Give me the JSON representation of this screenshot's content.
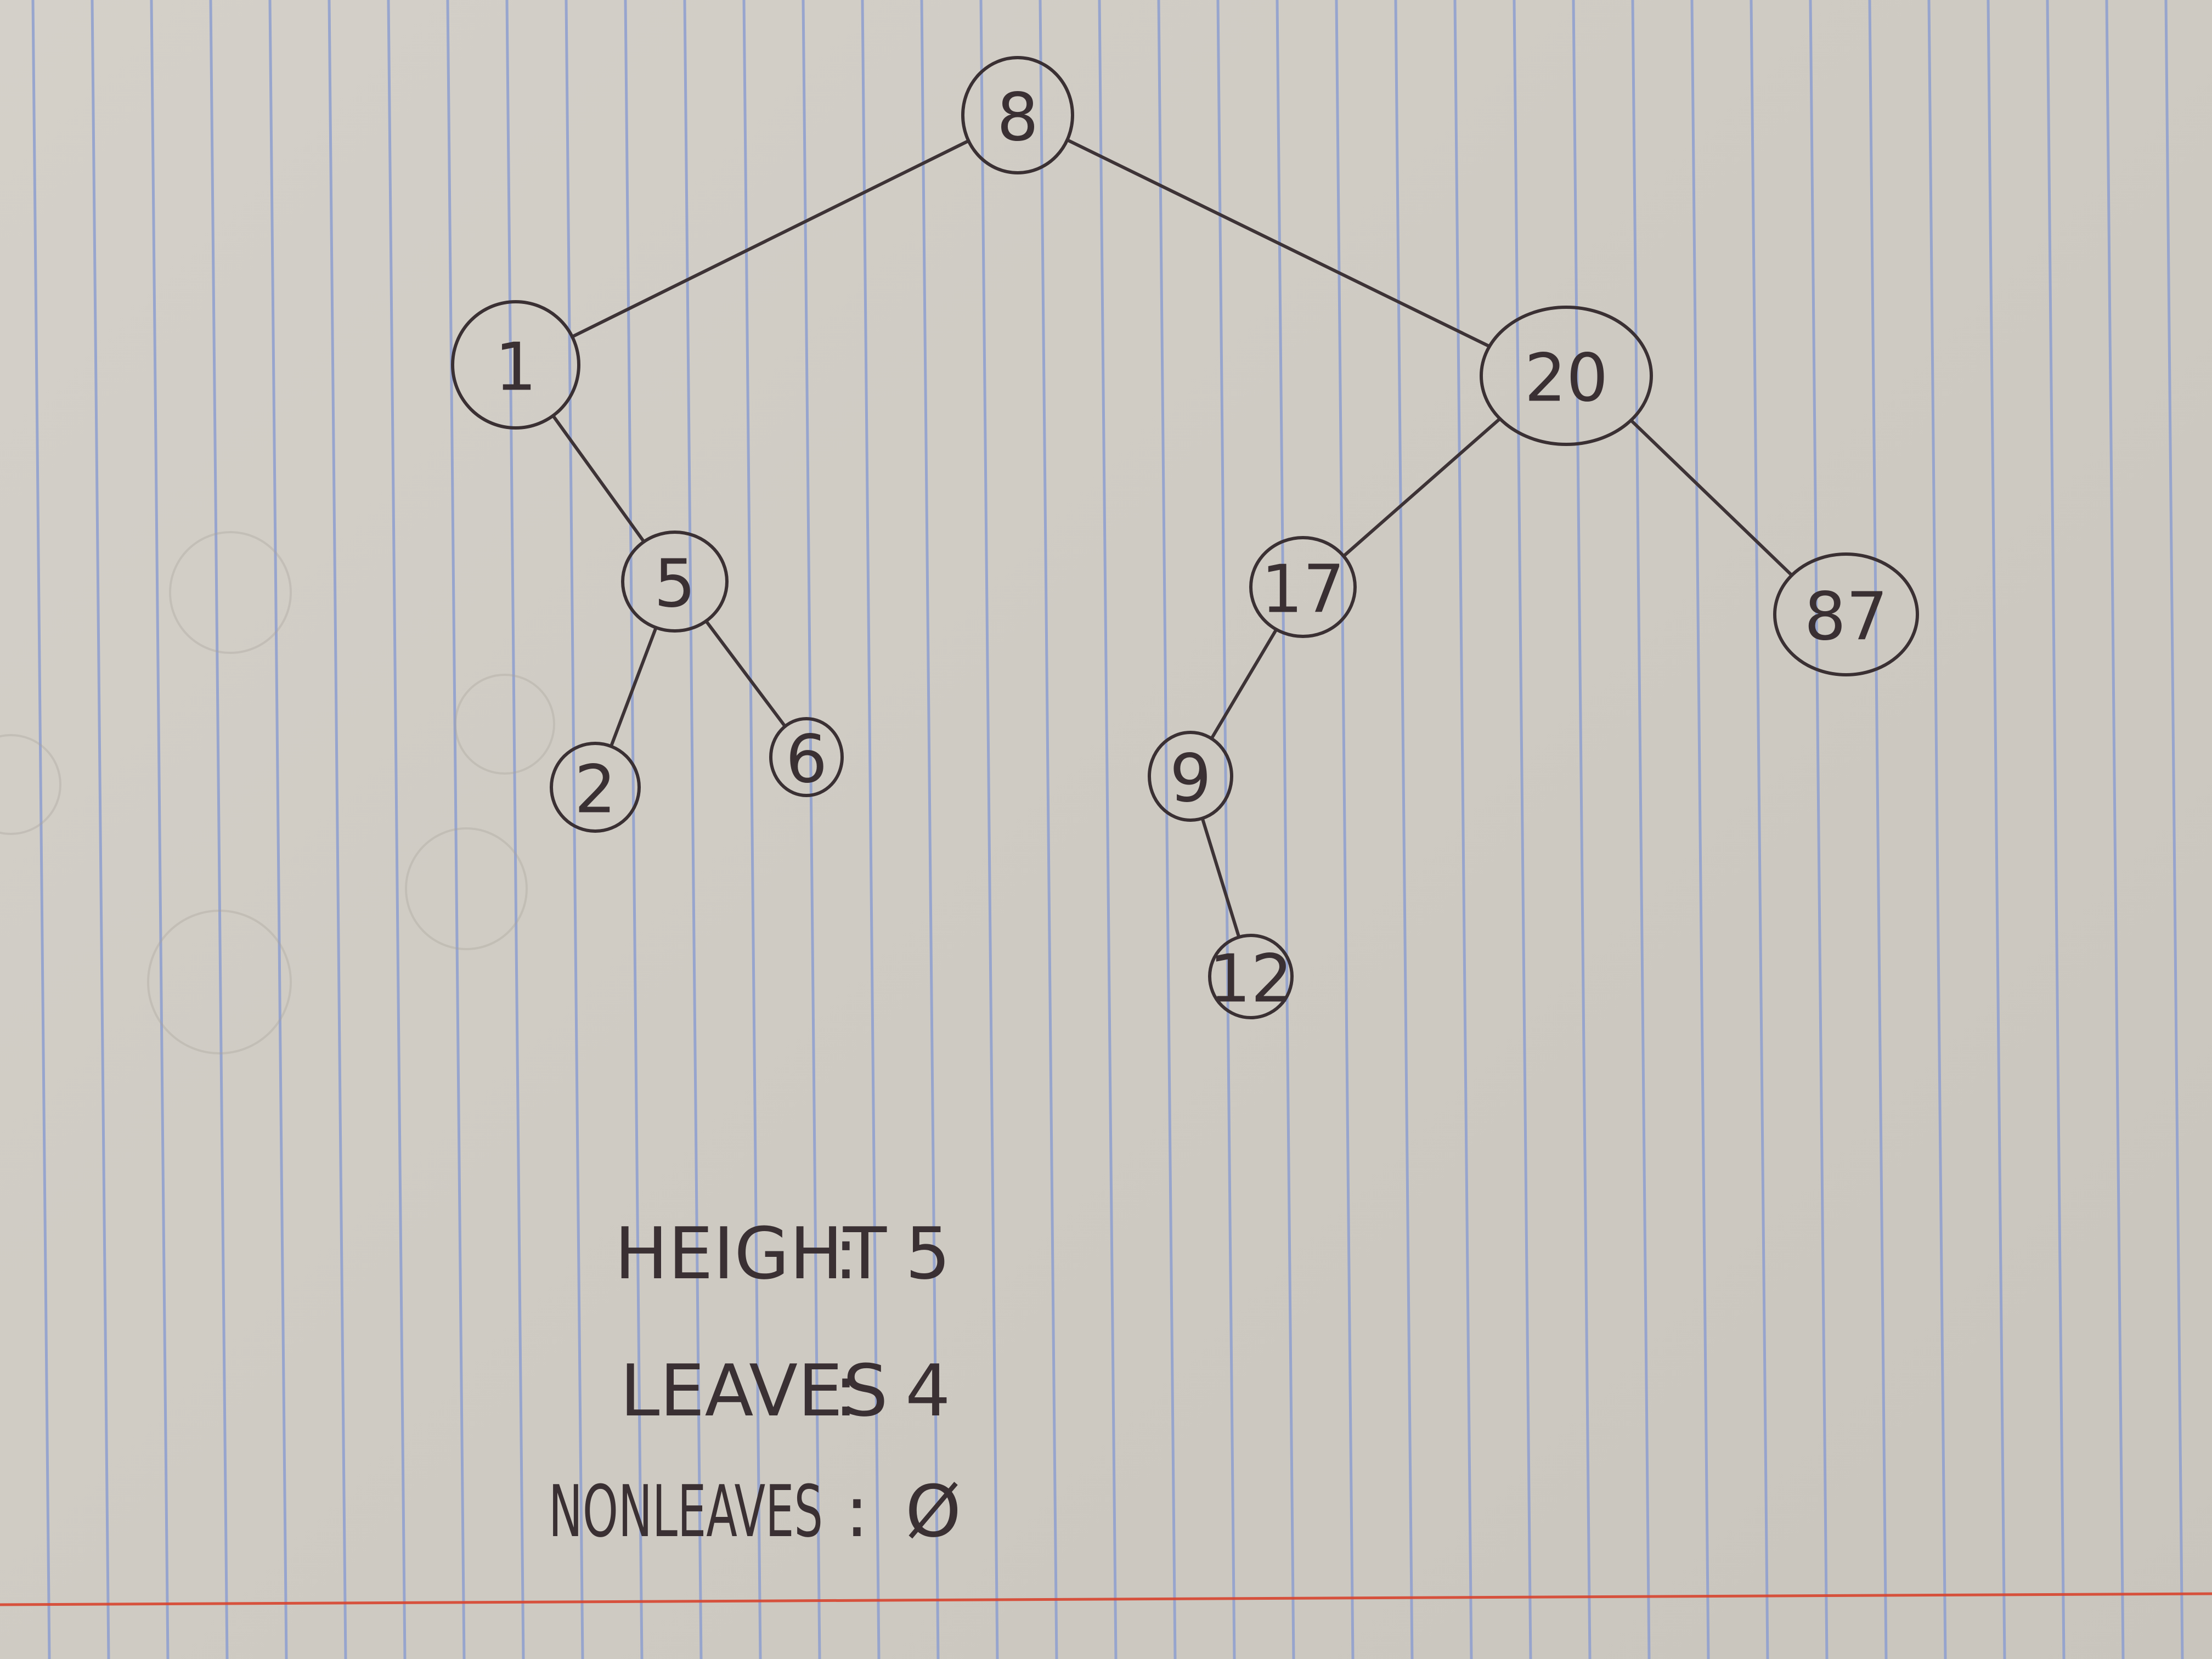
{
  "tree": {
    "nodes": [
      {
        "id": "n8",
        "label": "8"
      },
      {
        "id": "n1",
        "label": "1"
      },
      {
        "id": "n20",
        "label": "20"
      },
      {
        "id": "n5",
        "label": "5"
      },
      {
        "id": "n2",
        "label": "2"
      },
      {
        "id": "n6",
        "label": "6"
      },
      {
        "id": "n17",
        "label": "17"
      },
      {
        "id": "n9",
        "label": "9"
      },
      {
        "id": "n12",
        "label": "12"
      },
      {
        "id": "n87",
        "label": "87"
      }
    ],
    "edges": [
      [
        "n8",
        "n1"
      ],
      [
        "n8",
        "n20"
      ],
      [
        "n1",
        "n5"
      ],
      [
        "n5",
        "n2"
      ],
      [
        "n5",
        "n6"
      ],
      [
        "n20",
        "n17"
      ],
      [
        "n20",
        "n87"
      ],
      [
        "n17",
        "n9"
      ],
      [
        "n9",
        "n12"
      ]
    ]
  },
  "stats": {
    "height_label": "HEIGHT",
    "height_value": "5",
    "leaves_label": "LEAVES",
    "leaves_value": "4",
    "nonleaves_label": "NONLEAVES",
    "nonleaves_value": "Ø",
    "separator": ":"
  }
}
